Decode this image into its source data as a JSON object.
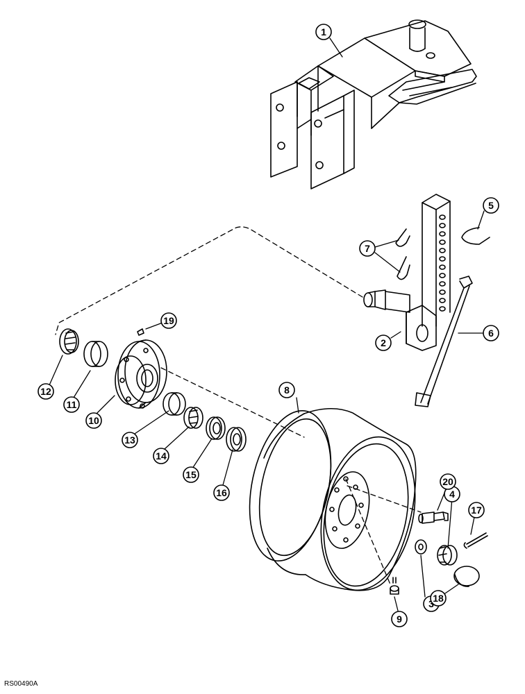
{
  "diagram": {
    "reference_code": "RS00490A",
    "callouts": [
      "1",
      "2",
      "3",
      "4",
      "5",
      "6",
      "7",
      "8",
      "9",
      "10",
      "11",
      "12",
      "13",
      "14",
      "15",
      "16",
      "17",
      "18",
      "19",
      "20"
    ]
  }
}
